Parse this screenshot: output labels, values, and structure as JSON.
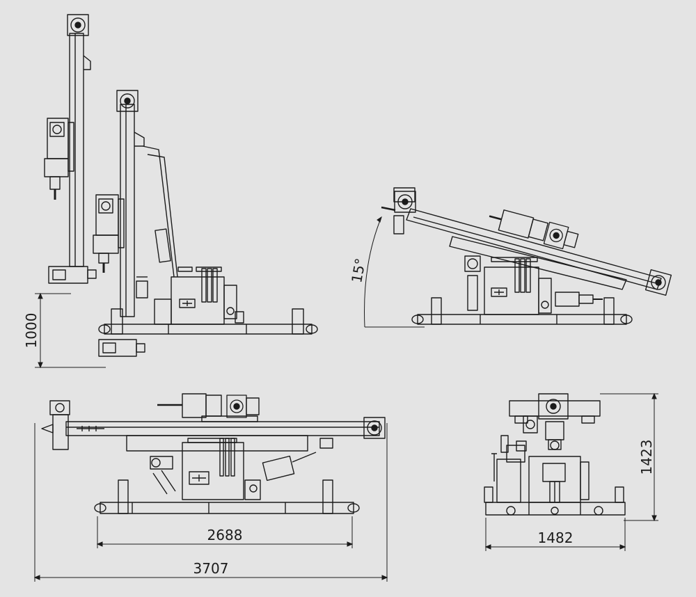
{
  "dimensions": {
    "mast_lift": "1000",
    "tilt_angle": "15°",
    "wheelbase": "2688",
    "overall_length": "3707",
    "overall_height": "1423",
    "overall_width": "1482"
  },
  "colors": {
    "line": "#1b1b1b",
    "background": "#e4e4e4"
  }
}
